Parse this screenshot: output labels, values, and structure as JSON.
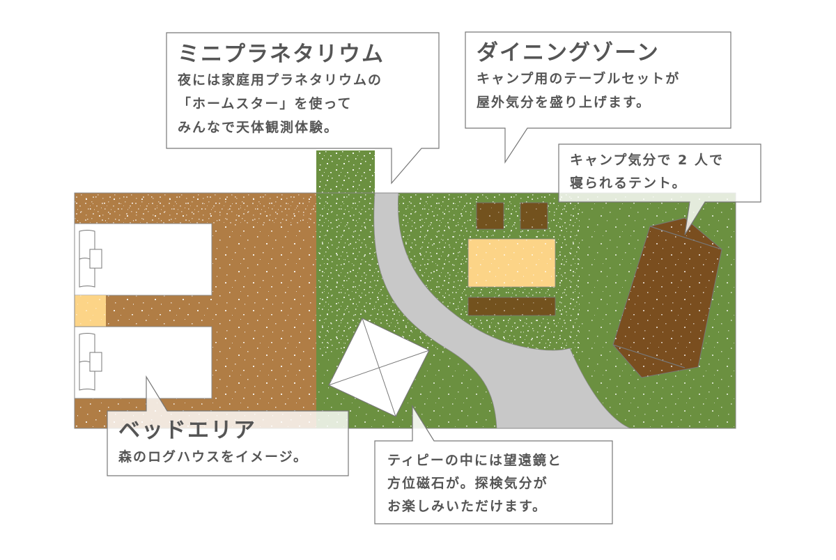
{
  "diagram": {
    "colors": {
      "brown_floor": "#B07D45",
      "green_lawn": "#6B9040",
      "gray_path": "#C8C8C8",
      "bed_white": "#FFFFFF",
      "nightstand_yellow": "#FCD487",
      "table_yellow": "#FCD487",
      "bench_brown": "#73521E",
      "tent_brown": "#7A4E1F",
      "outline_gray": "#777777",
      "text_gray": "#555555"
    },
    "zones": [
      {
        "id": "bed-area-floor",
        "label": "bed area"
      },
      {
        "id": "lawn",
        "label": "lawn"
      }
    ]
  },
  "callouts": {
    "planetarium": {
      "title": "ミニプラネタリウム",
      "lines": [
        "夜には家庭用プラネタリウムの",
        "「ホームスター」を使って",
        "みんなで天体観測体験。"
      ]
    },
    "dining": {
      "title": "ダイニングゾーン",
      "lines": [
        "キャンプ用のテーブルセットが",
        "屋外気分を盛り上げます。"
      ]
    },
    "tent": {
      "lines": [
        "キャンプ気分で 2 人で",
        "寝られるテント。"
      ]
    },
    "bed": {
      "title": "ベッドエリア",
      "lines": [
        "森のログハウスをイメージ。"
      ]
    },
    "teepee": {
      "lines": [
        "ティピーの中には望遠鏡と",
        "方位磁石が。探検気分が",
        "お楽しみいただけます。"
      ]
    }
  }
}
